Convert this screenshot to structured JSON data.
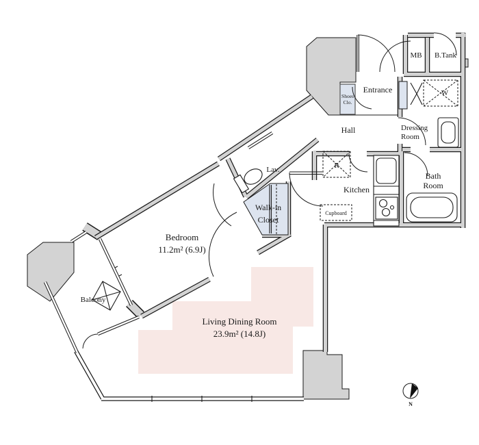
{
  "colors": {
    "wall_fill": "#d3d3d3",
    "wall_line": "#1a1a1a",
    "ldk_pink": "#f8e8e5",
    "closet_blue": "#dde4ef"
  },
  "compass": {
    "label": "N"
  },
  "rooms": {
    "bedroom": {
      "name": "Bedroom",
      "area": "11.2m² (6.9J)"
    },
    "living_dining": {
      "name": "Living Dining Room",
      "area": "23.9m² (14.8J)"
    },
    "balcony": {
      "name": "Balcony"
    },
    "walk_in_closet": {
      "line1": "Walk-in",
      "line2": "Closet"
    },
    "lavatory": {
      "name": "Lav."
    },
    "hall": {
      "name": "Hall"
    },
    "entrance": {
      "name": "Entrance"
    },
    "shoes_closet": {
      "line1": "Shoes",
      "line2": "Clo."
    },
    "meter_box": {
      "name": "MB"
    },
    "bath_tank": {
      "name": "B.Tank"
    },
    "washer": {
      "name": "W"
    },
    "dressing": {
      "line1": "Dressing",
      "line2": "Room"
    },
    "bath": {
      "line1": "Bath",
      "line2": "Room"
    },
    "kitchen": {
      "name": "Kitchen"
    },
    "cupboard": {
      "name": "Cupboard"
    },
    "refrigerator": {
      "name": "R"
    }
  }
}
